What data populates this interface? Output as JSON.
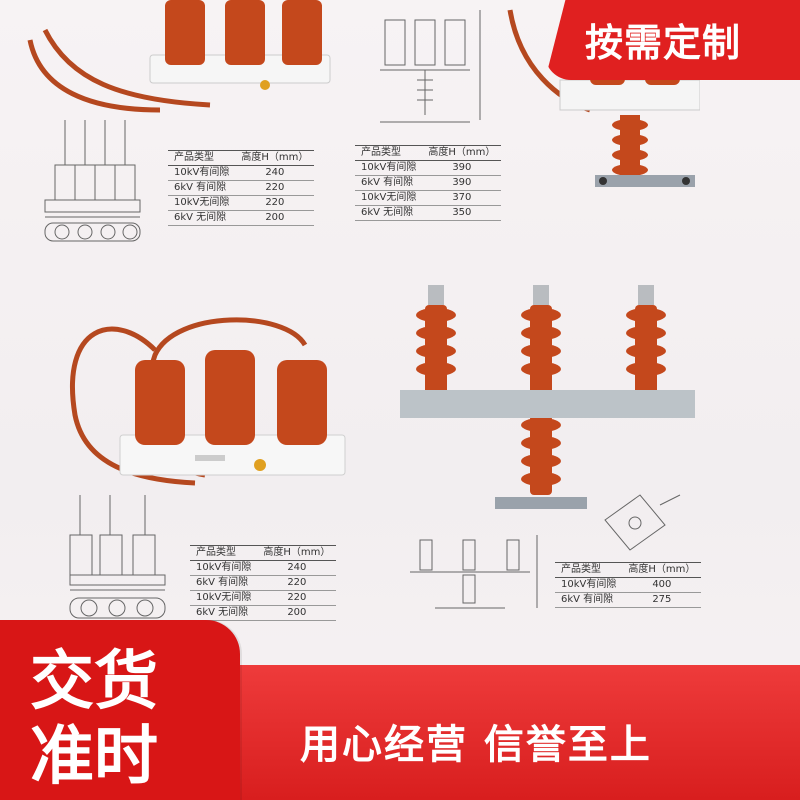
{
  "top_badge": {
    "text": "按需定制"
  },
  "bottom_badge": {
    "line1": "交货",
    "line2": "准时"
  },
  "slogan": "用心经营  信誉至上",
  "tables": [
    {
      "header": [
        "产品类型",
        "高度H（mm）"
      ],
      "rows": [
        [
          "10kV有间隙",
          "240"
        ],
        [
          "6kV 有间隙",
          "220"
        ],
        [
          "10kV无间隙",
          "220"
        ],
        [
          "6kV 无间隙",
          "200"
        ]
      ]
    },
    {
      "header": [
        "产品类型",
        "高度H（mm）"
      ],
      "rows": [
        [
          "10kV有间隙",
          "390"
        ],
        [
          "6kV 有间隙",
          "390"
        ],
        [
          "10kV无间隙",
          "370"
        ],
        [
          "6kV 无间隙",
          "350"
        ]
      ]
    },
    {
      "header": [
        "产品类型",
        "高度H（mm）"
      ],
      "rows": [
        [
          "10kV有间隙",
          "240"
        ],
        [
          "6kV 有间隙",
          "220"
        ],
        [
          "10kV无间隙",
          "220"
        ],
        [
          "6kV 无间隙",
          "200"
        ]
      ]
    },
    {
      "header": [
        "产品类型",
        "高度H（mm）"
      ],
      "rows": [
        [
          "10kV有间隙",
          "400"
        ],
        [
          "6kV 有间隙",
          "275"
        ]
      ]
    }
  ],
  "colors": {
    "accent_red": "#e02020",
    "insulator": "#c2481f",
    "band": "#d81e1e"
  }
}
